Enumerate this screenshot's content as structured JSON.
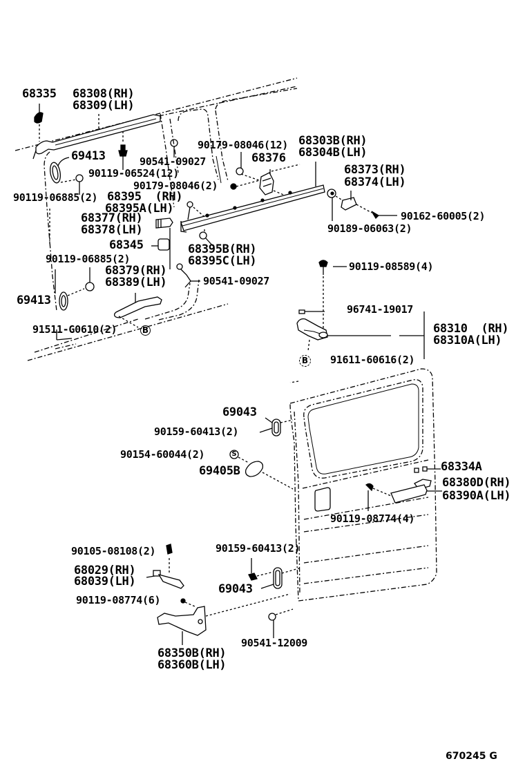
{
  "diagram": {
    "type": "exploded parts diagram",
    "subject": "sliding door rail, hinges and latch components",
    "figure_code": "670245 G"
  },
  "labels": {
    "p68335": "68335",
    "p68308": "68308(RH)",
    "p68309": "68309(LH)",
    "p69413_top": "69413",
    "p90541_09027_top": "90541-09027",
    "p90179_08046_12": "90179-08046(12)",
    "p68376": "68376",
    "p68303b": "68303B(RH)",
    "p68304b": "68304B(LH)",
    "p90119_06524": "90119-06524(12)",
    "p90179_08046_2": "90179-08046(2)",
    "p68373": "68373(RH)",
    "p68374": "68374(LH)",
    "p90119_06885_top": "90119-06885(2)",
    "p68395": "68395  (RH)",
    "p68395a": "68395A(LH)",
    "p90162_60005": "90162-60005(2)",
    "p68377": "68377(RH)",
    "p68378": "68378(LH)",
    "p90189_06063": "90189-06063(2)",
    "p68345": "68345",
    "p68395b": "68395B(RH)",
    "p68395c": "68395C(LH)",
    "p90119_06885_mid": "90119-06885(2)",
    "p68379": "68379(RH)",
    "p68389": "68389(LH)",
    "p90541_09027_mid": "90541-09027",
    "p90119_08589": "90119-08589(4)",
    "p69413_bot": "69413",
    "p96741_19017": "96741-19017",
    "p91511_g0610": "91511-G0610(2)",
    "p68310": "68310  (RH)",
    "p68310a": "68310A(LH)",
    "p91611_60616": "91611-60616(2)",
    "p69043_top": "69043",
    "p90159_60413_top": "90159-60413(2)",
    "p90154_60044": "90154-60044(2)",
    "p69405b": "69405B",
    "p68334a": "68334A",
    "p68380d": "68380D(RH)",
    "p68390a": "68390A(LH)",
    "p90119_08774_4": "90119-08774(4)",
    "p90105_08108": "90105-08108(2)",
    "p90159_60413_bot": "90159-60413(2)",
    "p68029": "68029(RH)",
    "p68039": "68039(LH)",
    "p69043_bot": "69043",
    "p90119_08774_6": "90119-08774(6)",
    "p90541_12009": "90541-12009",
    "p68350b": "68350B(RH)",
    "p68360b": "68360B(LH)"
  },
  "callout_marks": {
    "b": "B",
    "s": "S"
  }
}
